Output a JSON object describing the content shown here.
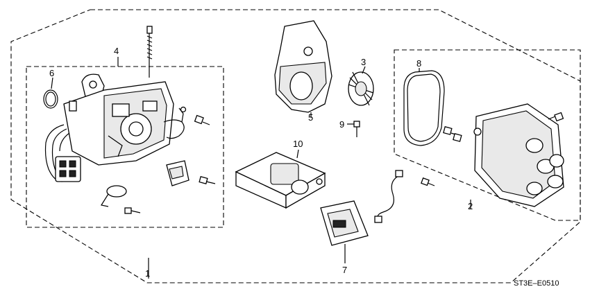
{
  "diagram": {
    "callouts": [
      {
        "id": "c1",
        "label": "1"
      },
      {
        "id": "c2",
        "label": "2"
      },
      {
        "id": "c3",
        "label": "3"
      },
      {
        "id": "c4",
        "label": "4"
      },
      {
        "id": "c5",
        "label": "5"
      },
      {
        "id": "c6",
        "label": "6"
      },
      {
        "id": "c7",
        "label": "7"
      },
      {
        "id": "c8",
        "label": "8"
      },
      {
        "id": "c9",
        "label": "9"
      },
      {
        "id": "c10",
        "label": "10"
      }
    ],
    "diagram_code": "ST3E–E0510"
  }
}
